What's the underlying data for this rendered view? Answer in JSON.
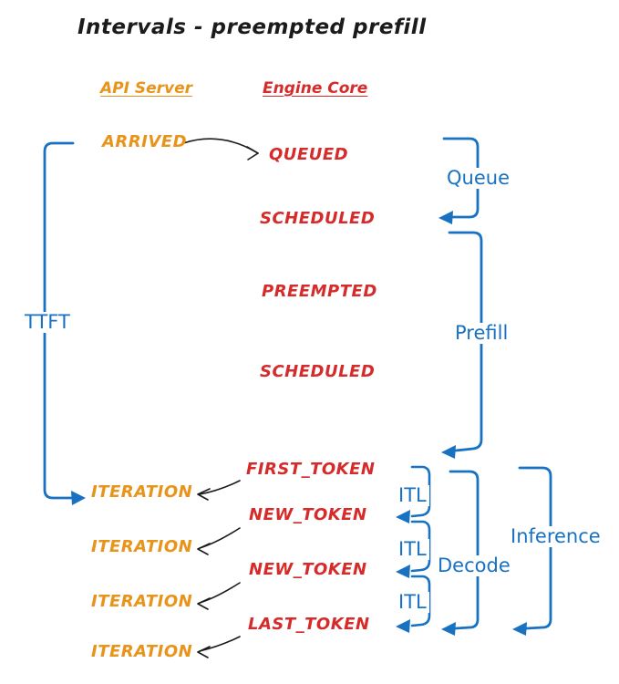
{
  "title": "Intervals - preempted prefill",
  "columns": {
    "api_server": "API Server",
    "engine_core": "Engine Core"
  },
  "api_events": [
    "ARRIVED",
    "ITERATION",
    "ITERATION",
    "ITERATION",
    "ITERATION"
  ],
  "engine_events": [
    "QUEUED",
    "SCHEDULED",
    "PREEMPTED",
    "SCHEDULED",
    "FIRST_TOKEN",
    "NEW_TOKEN",
    "NEW_TOKEN",
    "LAST_TOKEN"
  ],
  "intervals": {
    "ttft": "TTFT",
    "queue": "Queue",
    "prefill": "Prefill",
    "decode": "Decode",
    "inference": "Inference",
    "itl": [
      "ITL",
      "ITL",
      "ITL"
    ]
  },
  "colors": {
    "orange": "#e8941a",
    "red": "#d62b2b",
    "blue": "#1971c2",
    "ink": "#1b1b1b"
  }
}
